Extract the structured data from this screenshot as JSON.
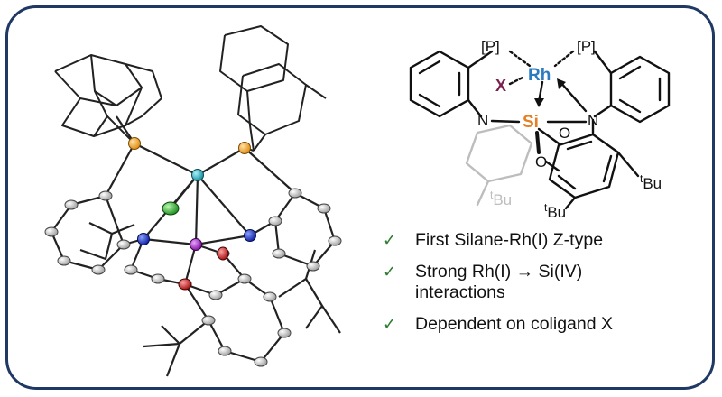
{
  "scheme": {
    "p_label": "[P]",
    "rh_label": "Rh",
    "si_label": "Si",
    "x_label": "X",
    "n_label": "N",
    "o_label": "O",
    "t_sup": "t",
    "bu": "Bu"
  },
  "bullets": [
    {
      "icon": "✓",
      "text": "First Silane-Rh(I) Z-type"
    },
    {
      "icon": "✓",
      "text": "Strong Rh(I) → Si(IV)",
      "text2": "interactions"
    },
    {
      "icon": "✓",
      "text": "Dependent on coligand X"
    }
  ],
  "colors": {
    "frame": "#1f3864",
    "rh": "#2b7bc0",
    "si": "#e67e22",
    "x": "#7a1f4e",
    "check": "#2e7d32",
    "p_atom": "#f0a030",
    "rh_atom": "#1fa0b0",
    "cl_atom": "#2eaa2e",
    "n_atom": "#1a2fd6",
    "si_atom": "#a020c0",
    "o_atom": "#d81c1c"
  }
}
